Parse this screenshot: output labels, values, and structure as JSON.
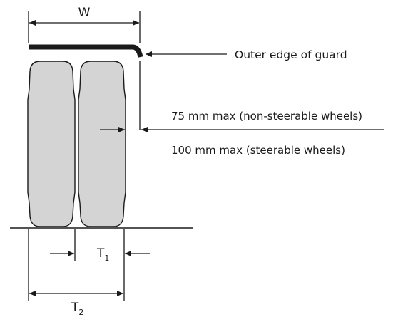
{
  "labels": {
    "width": "W",
    "guard_edge": "Outer edge of guard",
    "gap_nonsteer": "75 mm max (non-steerable wheels)",
    "gap_steer": "100 mm max (steerable wheels)",
    "t1_letter": "T",
    "t1_sub": "1",
    "t2_letter": "T",
    "t2_sub": "2"
  },
  "colors": {
    "tyre_fill": "#d4d4d4",
    "line": "#1a1a1a"
  }
}
